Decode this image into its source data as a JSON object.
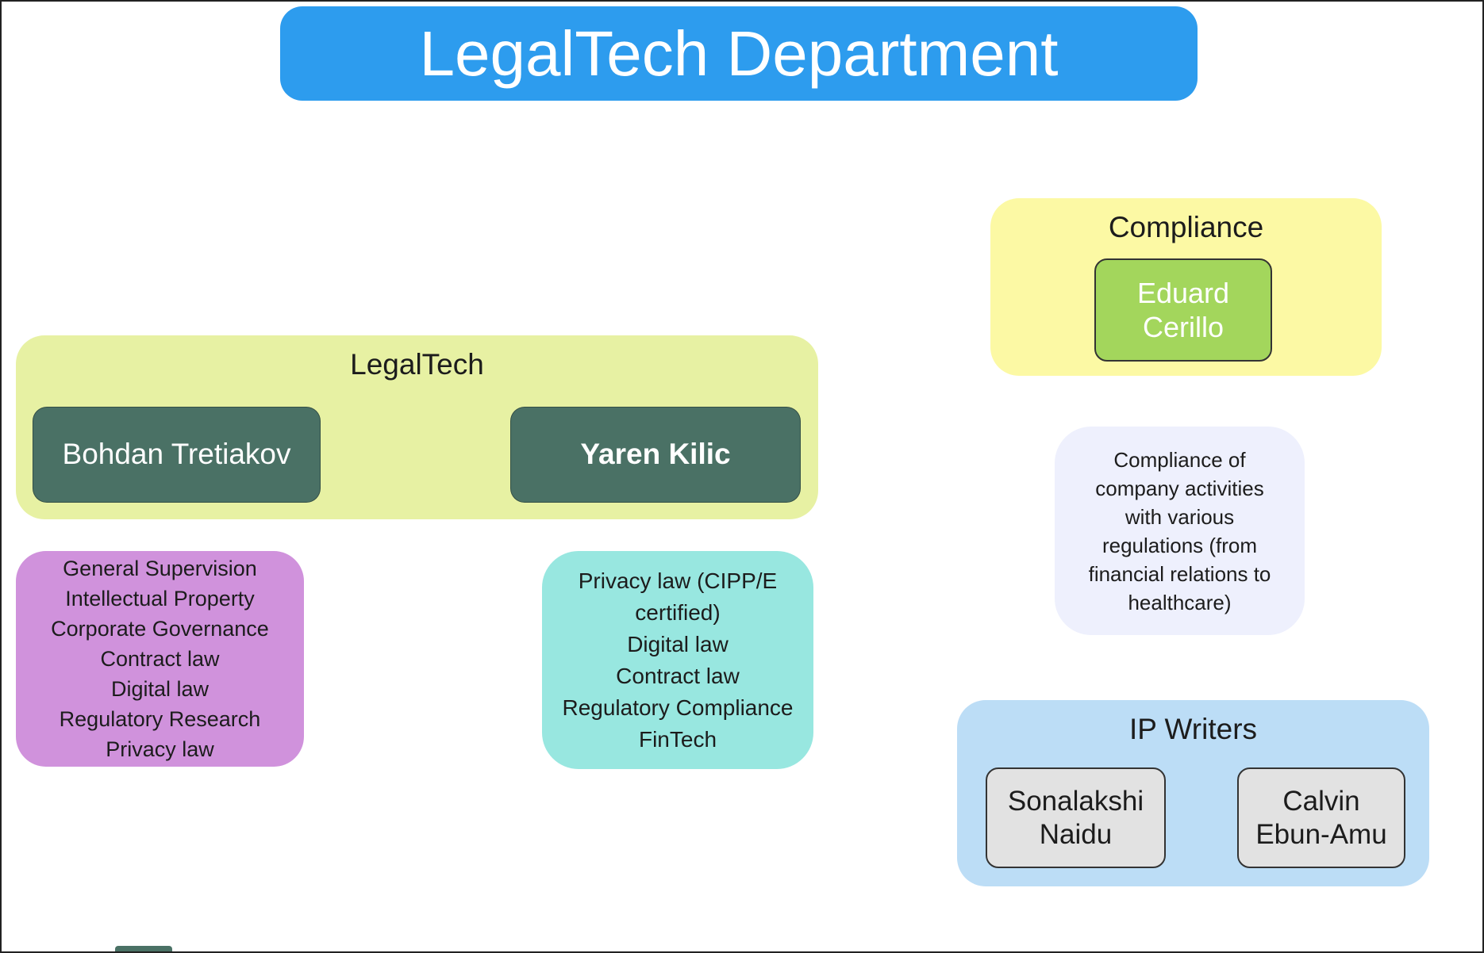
{
  "canvas": {
    "background": "#ffffff",
    "border_color": "#222222"
  },
  "banner": {
    "title": "LegalTech Department",
    "color": "#2d9cee",
    "text_color": "#ffffff"
  },
  "legaltech_group": {
    "title": "LegalTech",
    "color": "#e7f1a3",
    "members": [
      {
        "name": "Bohdan Tretiakov",
        "color": "#4a7165",
        "text_color": "#ffffff"
      },
      {
        "name": "Yaren Kilic",
        "color": "#4a7165",
        "text_color": "#ffffff"
      }
    ],
    "bohdan_duties": "General Supervision\nIntellectual Property\nCorporate Governance\nContract law\nDigital law\nRegulatory Research\nPrivacy law",
    "bohdan_duties_color": "#d092dc",
    "yaren_duties": "Privacy law (CIPP/E\ncertified)\nDigital law\nContract law\nRegulatory Compliance\nFinTech",
    "yaren_duties_color": "#98e7e0"
  },
  "compliance_group": {
    "title": "Compliance",
    "color": "#fcf9a4",
    "member": {
      "name": "Eduard Cerillo",
      "color": "#a3d65c",
      "text_color": "#ffffff"
    },
    "description": "Compliance of\ncompany activities\nwith various\nregulations (from\nfinancial relations to\nhealthcare)",
    "description_color": "#eef0fd"
  },
  "ip_writers_group": {
    "title": "IP Writers",
    "color": "#bcddf6",
    "members": [
      {
        "name": "Sonalakshi Naidu",
        "color": "#e2e2e2",
        "text_color": "#1c1c1c"
      },
      {
        "name": "Calvin Ebun-Amu",
        "color": "#e2e2e2",
        "text_color": "#1c1c1c"
      }
    ]
  }
}
